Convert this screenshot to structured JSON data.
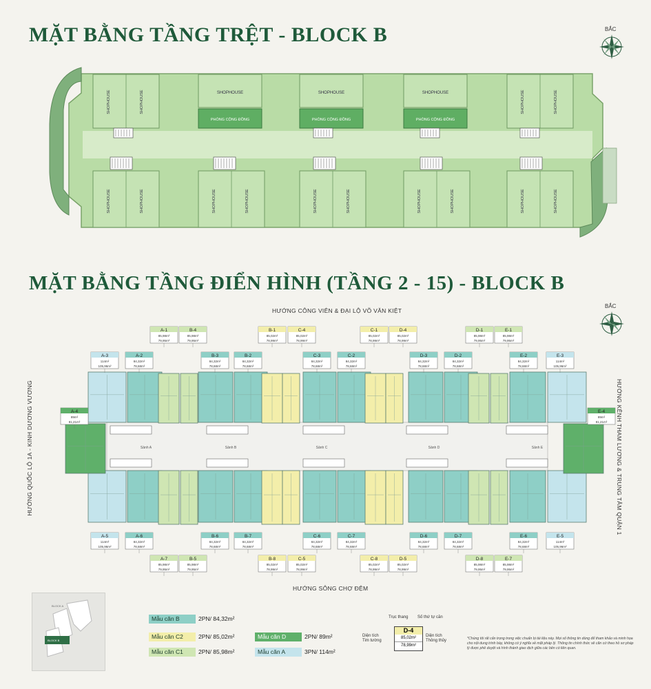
{
  "titles": {
    "ground": "MẶT BẰNG TẦNG TRỆT - BLOCK B",
    "typical": "MẶT BẰNG TẦNG ĐIỂN HÌNH (TẦNG 2 - 15) - BLOCK B"
  },
  "compass_label": "BẮC",
  "directions": {
    "top": "HƯỚNG CÔNG VIÊN & ĐẠI LỘ VÕ VĂN KIỆT",
    "bottom": "HƯỚNG SÔNG CHỢ ĐỆM",
    "left": "HƯỚNG QUỐC LỘ 1A - KINH DƯƠNG VƯƠNG",
    "right": "HƯỚNG KÊNH THAM LƯƠNG & TRUNG TÂM QUẬN 1"
  },
  "ground_floor": {
    "shophouse": "SHOPHOUSE",
    "community": "PHÒNG CỘNG ĐỒNG"
  },
  "courtyards": [
    "Sảnh A",
    "Sảnh B",
    "Sảnh C",
    "Sảnh D",
    "Sảnh E"
  ],
  "units_top_outer": [
    {
      "code": "A-1",
      "area": "85,98m²",
      "net": "79,95m²",
      "type": "C1"
    },
    {
      "code": "B-4",
      "area": "85,98m²",
      "net": "79,95m²",
      "type": "C1"
    },
    {
      "code": "B-1",
      "area": "85,02m²",
      "net": "78,99m²",
      "type": "C2"
    },
    {
      "code": "C-4",
      "area": "85,02m²",
      "net": "78,99m²",
      "type": "C2"
    },
    {
      "code": "C-1",
      "area": "85,02m²",
      "net": "78,99m²",
      "type": "C2"
    },
    {
      "code": "D-4",
      "area": "85,02m²",
      "net": "78,99m²",
      "type": "C2"
    },
    {
      "code": "D-1",
      "area": "85,98m²",
      "net": "79,95m²",
      "type": "C1"
    },
    {
      "code": "E-1",
      "area": "85,98m²",
      "net": "79,95m²",
      "type": "C1"
    }
  ],
  "units_top_inner": [
    {
      "code": "A-3",
      "area": "114m²",
      "net": "105,96m²",
      "type": "A"
    },
    {
      "code": "A-2",
      "area": "84,32m²",
      "net": "78,68m²",
      "type": "B"
    },
    {
      "code": "B-3",
      "area": "84,32m²",
      "net": "78,68m²",
      "type": "B"
    },
    {
      "code": "B-2",
      "area": "84,32m²",
      "net": "78,68m²",
      "type": "B"
    },
    {
      "code": "C-3",
      "area": "84,32m²",
      "net": "78,68m²",
      "type": "B"
    },
    {
      "code": "C-2",
      "area": "84,32m²",
      "net": "78,68m²",
      "type": "B"
    },
    {
      "code": "D-3",
      "area": "84,32m²",
      "net": "78,68m²",
      "type": "B"
    },
    {
      "code": "D-2",
      "area": "84,32m²",
      "net": "78,68m²",
      "type": "B"
    },
    {
      "code": "E-2",
      "area": "84,32m²",
      "net": "78,68m²",
      "type": "B"
    },
    {
      "code": "E-3",
      "area": "114m²",
      "net": "105,96m²",
      "type": "A"
    }
  ],
  "units_side": [
    {
      "code": "A-4",
      "area": "89m²",
      "net": "81,21m²",
      "type": "D"
    },
    {
      "code": "E-4",
      "area": "89m²",
      "net": "81,21m²",
      "type": "D"
    }
  ],
  "units_bottom_inner": [
    {
      "code": "A-5",
      "area": "114m²",
      "net": "105,96m²",
      "type": "A"
    },
    {
      "code": "A-6",
      "area": "84,32m²",
      "net": "78,68m²",
      "type": "B"
    },
    {
      "code": "B-6",
      "area": "84,32m²",
      "net": "78,68m²",
      "type": "B"
    },
    {
      "code": "B-7",
      "area": "84,32m²",
      "net": "78,68m²",
      "type": "B"
    },
    {
      "code": "C-6",
      "area": "84,32m²",
      "net": "78,68m²",
      "type": "B"
    },
    {
      "code": "C-7",
      "area": "84,32m²",
      "net": "78,68m²",
      "type": "B"
    },
    {
      "code": "D-6",
      "area": "84,32m²",
      "net": "78,68m²",
      "type": "B"
    },
    {
      "code": "D-7",
      "area": "84,32m²",
      "net": "78,68m²",
      "type": "B"
    },
    {
      "code": "E-6",
      "area": "84,32m²",
      "net": "78,68m²",
      "type": "B"
    },
    {
      "code": "E-5",
      "area": "114m²",
      "net": "105,96m²",
      "type": "A"
    }
  ],
  "units_bottom_outer": [
    {
      "code": "A-7",
      "area": "85,98m²",
      "net": "79,95m²",
      "type": "C1"
    },
    {
      "code": "B-5",
      "area": "85,98m²",
      "net": "79,95m²",
      "type": "C1"
    },
    {
      "code": "B-8",
      "area": "85,02m²",
      "net": "78,99m²",
      "type": "C2"
    },
    {
      "code": "C-5",
      "area": "85,02m²",
      "net": "78,99m²",
      "type": "C2"
    },
    {
      "code": "C-8",
      "area": "85,02m²",
      "net": "78,99m²",
      "type": "C2"
    },
    {
      "code": "D-5",
      "area": "85,02m²",
      "net": "78,99m²",
      "type": "C2"
    },
    {
      "code": "D-8",
      "area": "85,98m²",
      "net": "79,95m²",
      "type": "C1"
    },
    {
      "code": "E-7",
      "area": "85,98m²",
      "net": "79,95m²",
      "type": "C1"
    }
  ],
  "legend": [
    {
      "label": "Mẫu căn B",
      "value": "2PN/ 84,32m²",
      "color": "#8ecfc6"
    },
    {
      "label": "Mẫu căn C2",
      "value": "2PN/ 85,02m²",
      "color": "#f3eeaa"
    },
    {
      "label": "Mẫu căn C1",
      "value": "2PN/ 85,98m²",
      "color": "#cfe6b3"
    },
    {
      "label": "Mẫu căn D",
      "value": "2PN/ 89m²",
      "color": "#5fb06a"
    },
    {
      "label": "Mẫu căn A",
      "value": "3PN/ 114m²",
      "color": "#c4e4ec"
    }
  ],
  "key": {
    "stairs": "Trục thang",
    "serial": "Số thứ tự căn",
    "gross": "Diện tích\nTim tường",
    "net": "Diện tích\nThông thủy",
    "example": {
      "code": "D-4",
      "area": "85,02m²",
      "net": "78,99m²"
    }
  },
  "inset": {
    "block_a": "BLOCK A",
    "block_b": "BLOCK B"
  },
  "note": "*Chúng tôi rất cẩn trọng trong việc chuẩn bị tài liệu này. Mọi số thông tin dùng để tham khảo và minh họa cho nội dung trình bày, không có ý nghĩa về mặt pháp lý. Thông tin chính thức sẽ căn cứ theo hồ sơ pháp lý được phê duyệt và hình thành giao dịch giữa các bên có liên quan.",
  "colors": {
    "title": "#1f5a3a",
    "unit_B": "#8ecfc6",
    "unit_C2": "#f3eeaa",
    "unit_C1": "#cfe6b3",
    "unit_D": "#5fb06a",
    "unit_A": "#c4e4ec",
    "ground_green": "#b9dca6",
    "ground_dark": "#5fae63"
  }
}
